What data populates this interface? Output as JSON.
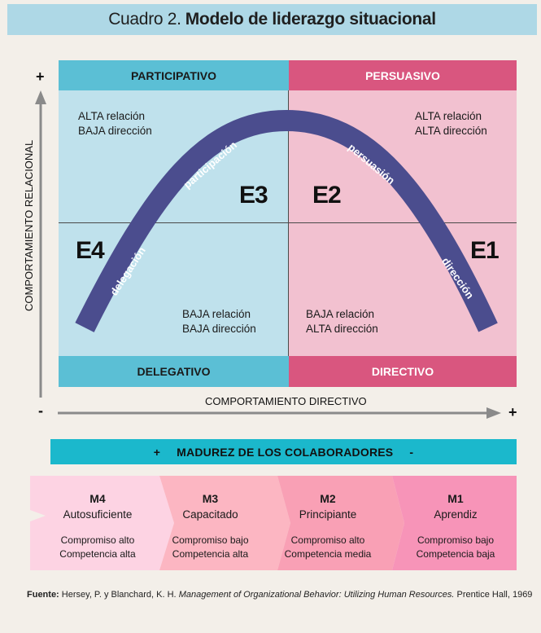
{
  "title": {
    "prefix": "Cuadro 2.",
    "main": "Modelo de liderazgo situacional"
  },
  "quadrants": {
    "top_left_header": "PARTICIPATIVO",
    "top_right_header": "PERSUASIVO",
    "bottom_left_footer": "DELEGATIVO",
    "bottom_right_footer": "DIRECTIVO",
    "top_left_text": [
      "ALTA relación",
      "BAJA dirección"
    ],
    "top_right_text": [
      "ALTA relación",
      "ALTA dirección"
    ],
    "bottom_left_text": [
      "BAJA relación",
      "BAJA dirección"
    ],
    "bottom_right_text": [
      "BAJA relación",
      "ALTA dirección"
    ]
  },
  "stages": {
    "e1": "E1",
    "e2": "E2",
    "e3": "E3",
    "e4": "E4"
  },
  "curve_labels": {
    "delegacion": "delegación",
    "participacion": "participación",
    "persuasion": "persuasión",
    "direccion": "dirección"
  },
  "axes": {
    "y_label": "COMPORTAMIENTO RELACIONAL",
    "x_label": "COMPORTAMIENTO DIRECTIVO",
    "y_plus": "+",
    "x_minus": "-",
    "x_plus": "+"
  },
  "madurez": {
    "plus": "+",
    "label": "MADUREZ DE LOS COLABORADORES",
    "minus": "-"
  },
  "maturity_levels": [
    {
      "code": "M4",
      "name": "Autosuficiente",
      "line1": "Compromiso alto",
      "line2": "Competencia alta"
    },
    {
      "code": "M3",
      "name": "Capacitado",
      "line1": "Compromiso bajo",
      "line2": "Competencia alta"
    },
    {
      "code": "M2",
      "name": "Principiante",
      "line1": "Compromiso alto",
      "line2": "Competencia media"
    },
    {
      "code": "M1",
      "name": "Aprendiz",
      "line1": "Compromiso bajo",
      "line2": "Competencia baja"
    }
  ],
  "source": {
    "label": "Fuente:",
    "authors": "Hersey, P. y Blanchard, K. H.",
    "book": "Management of Organizational Behavior: Utilizing Human Resources.",
    "publisher": "Prentice Hall, 1969"
  },
  "colors": {
    "left_light": "#bfe1ec",
    "left_header": "#5bbfd5",
    "right_light": "#f2c1d0",
    "right_header": "#d9567f",
    "curve": "#4b4d8e",
    "madurez_bar": "#1bb8cc",
    "m4": "#fdd3e3",
    "m3": "#fcb6c2",
    "m2": "#f9a0b5",
    "m1": "#f794b8"
  }
}
